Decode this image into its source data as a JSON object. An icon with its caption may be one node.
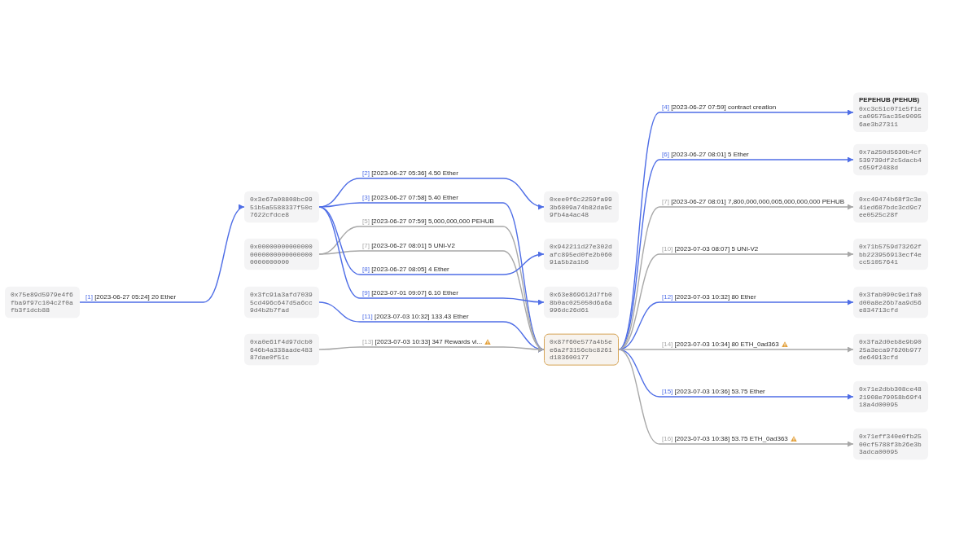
{
  "diagram": {
    "nodes": [
      {
        "text": [
          "0x75e89d5979e4f6fba9f97c104c2f0afb3f1dcb88"
        ]
      },
      {
        "text": [
          "0x3e67a08808bc9951b5a5588337f50c7622cfdce8"
        ]
      },
      {
        "text": [
          "0x0000000000000000000000000000000000000000"
        ]
      },
      {
        "text": [
          "0x3fc91a3afd70395cd496c647d5a6cc9d4b2b7fad"
        ]
      },
      {
        "text": [
          "0xa0e61f4d97dcb0646b4a338aade48387dae0f51c"
        ]
      },
      {
        "text": [
          "0xee0f6c2259fa993b6809a74b82da9c9fb4a4ac48"
        ]
      },
      {
        "text": [
          "0x942211d27e302dafc895ed0fe2b06091a5b2a1b6"
        ]
      },
      {
        "text": [
          "0x63e869612d7fb08b0ac025050d6a6a996dc26d61"
        ]
      },
      {
        "text": [
          "0x87f60e577a4b5ee6a2f3156cbc8261d183600177"
        ]
      },
      {
        "text": [
          "PEPEHUB (PEHUB)",
          "0xc3c51c071e5f1eca09575ac35e90956ae3b27311"
        ]
      },
      {
        "text": [
          "0x7a250d5630b4cf539739df2c5dacb4c659f2488d"
        ]
      },
      {
        "text": [
          "0xc49474b68f3c3e41ed687bdc3cd9c7ee0525c28f"
        ]
      },
      {
        "text": [
          "0x71b5759d73262fbb223956913ecf4ecc51057641"
        ]
      },
      {
        "text": [
          "0x3fab090c9e1fa0d00a8e26b7aa9d56e834713cfd"
        ]
      },
      {
        "text": [
          "0x3fa2d0eb8e9b9025a3eca97620b977de64913cfd"
        ]
      },
      {
        "text": [
          "0x71e2dbb308ce4821908e79058b69f418a4d00095"
        ]
      },
      {
        "text": [
          "0x71eff340e0fb2500cf5788f3b26e3b3adca00095"
        ]
      }
    ],
    "edges": [
      {
        "from": 0,
        "to": 1,
        "arrow": "to",
        "label": "[1] [2023-06-27 05:24] 20 Ether"
      },
      {
        "from": 1,
        "to": 5,
        "arrow": "to",
        "label": "[2] [2023-06-27 05:36] 4.50 Ether"
      },
      {
        "from": 1,
        "to": 8,
        "arrow": "to",
        "label": "[3] [2023-06-27 07:58] 5.40 Ether"
      },
      {
        "from": 8,
        "to": 9,
        "arrow": "to",
        "label": "[4] [2023-06-27 07:59] contract creation"
      },
      {
        "from": 2,
        "to": 8,
        "arrow": "to",
        "label": "[5] [2023-06-27 07:59] 5,000,000,000 PEHUB",
        "color": "#a8a8a8"
      },
      {
        "from": 8,
        "to": 10,
        "arrow": "to",
        "label": "[6] [2023-06-27 08:01] 5 Ether"
      },
      {
        "from": 2,
        "to": 8,
        "arrow": "to",
        "label": "[7] [2023-06-27 08:01] 5 UNI-V2",
        "color": "#a8a8a8"
      },
      {
        "from": 8,
        "to": 11,
        "arrow": "to",
        "label": "[7] [2023-06-27 08:01] 7,800,000,000,005,000,000,000 PEHUB",
        "color": "#a8a8a8"
      },
      {
        "from": 1,
        "to": 6,
        "arrow": "to",
        "label": "[8] [2023-06-27 08:05] 4 Ether"
      },
      {
        "from": 1,
        "to": 7,
        "arrow": "to",
        "label": "[9] [2023-07-01 09:07] 6.10 Ether"
      },
      {
        "from": 8,
        "to": 12,
        "arrow": "to",
        "label": "[10] [2023-07-03 08:07] 5 UNI-V2",
        "color": "#a8a8a8"
      },
      {
        "from": 3,
        "to": 8,
        "arrow": "to",
        "label": "[11] [2023-07-03 10:32] 133.43 Ether"
      },
      {
        "from": 8,
        "to": 13,
        "arrow": "to",
        "label": "[12] [2023-07-03 10:32] 80 Ether"
      },
      {
        "from": 4,
        "to": 8,
        "arrow": "to",
        "label": "[13] [2023-07-03 10:33] 347 Rewards vi...",
        "color": "#a8a8a8"
      },
      {
        "from": 8,
        "to": 14,
        "arrow": "to",
        "label": "[14] [2023-07-03 10:34] 80 ETH_0ad363",
        "color": "#a8a8a8"
      },
      {
        "from": 8,
        "to": 15,
        "arrow": "to",
        "label": "[15] [2023-07-03 10:36] 53.75 Ether"
      },
      {
        "from": 8,
        "to": 16,
        "arrow": "to",
        "label": "[16] [2023-07-03 10:38] 53.75 ETH_0ad363",
        "color": "#a8a8a8"
      }
    ]
  }
}
